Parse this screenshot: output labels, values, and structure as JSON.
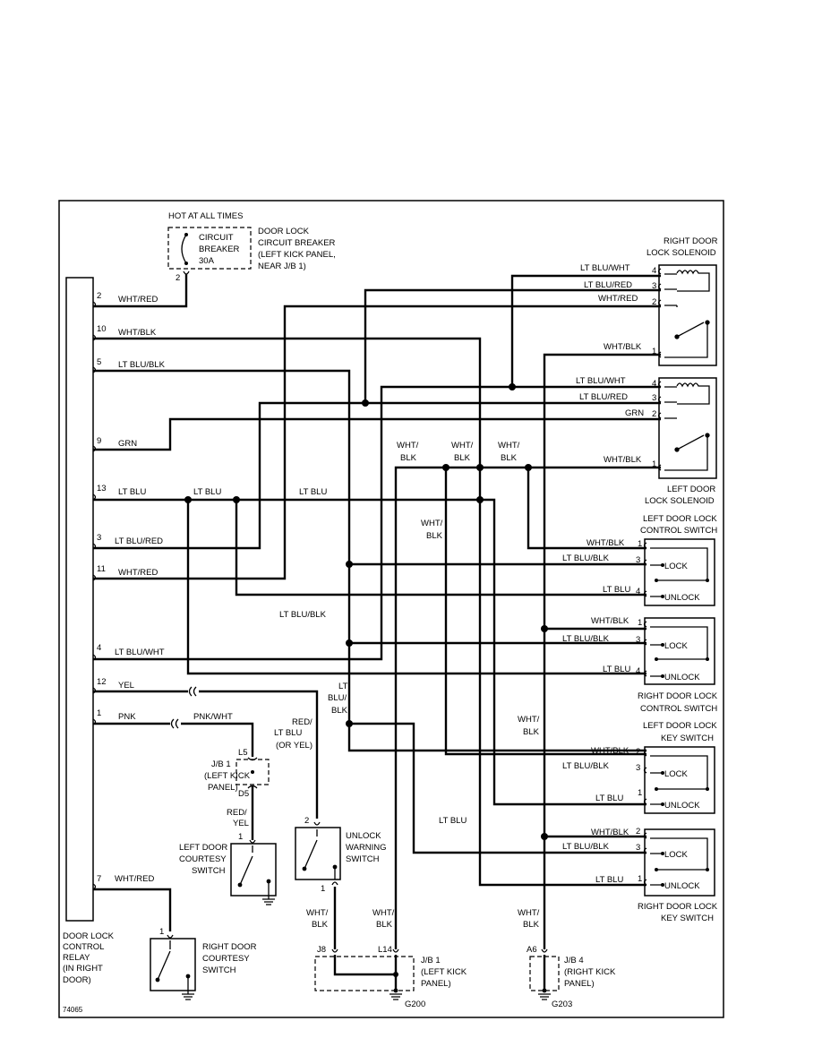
{
  "figure_id": "74065",
  "components": {
    "relay": {
      "label_lines": [
        "DOOR LOCK",
        "CONTROL",
        "RELAY",
        "(IN RIGHT",
        "DOOR)"
      ]
    },
    "hot": {
      "label": "HOT AT ALL TIMES"
    },
    "breaker": {
      "inner_lines": [
        "CIRCUIT",
        "BREAKER",
        "30A"
      ],
      "label_lines": [
        "DOOR LOCK",
        "CIRCUIT BREAKER",
        "(LEFT KICK PANEL,",
        "NEAR J/B 1)"
      ],
      "pin": "2"
    },
    "rd_solenoid": {
      "label_lines": [
        "RIGHT DOOR",
        "LOCK SOLENOID"
      ],
      "pins": [
        "4",
        "3",
        "2",
        "1"
      ],
      "wires": [
        "LT BLU/WHT",
        "LT BLU/RED",
        "WHT/RED",
        "WHT/BLK"
      ]
    },
    "ld_solenoid": {
      "label_lines": [
        "LEFT DOOR",
        "LOCK SOLENOID"
      ],
      "pins": [
        "4",
        "3",
        "2",
        "1"
      ],
      "wires": [
        "LT BLU/WHT",
        "LT BLU/RED",
        "GRN",
        "WHT/BLK"
      ]
    },
    "ld_ctrl": {
      "label_lines": [
        "LEFT DOOR LOCK",
        "CONTROL SWITCH"
      ],
      "pins": [
        "1",
        "3",
        "4"
      ],
      "wires": [
        "WHT/BLK",
        "LT BLU/BLK",
        "LT BLU"
      ],
      "lock": "LOCK",
      "unlock": "UNLOCK"
    },
    "rd_ctrl": {
      "label_lines": [
        "RIGHT DOOR LOCK",
        "CONTROL SWITCH"
      ],
      "pins": [
        "1",
        "3",
        "4"
      ],
      "wires": [
        "WHT/BLK",
        "LT BLU/BLK",
        "LT BLU"
      ],
      "lock": "LOCK",
      "unlock": "UNLOCK"
    },
    "ld_key": {
      "label_lines": [
        "LEFT DOOR LOCK",
        "KEY SWITCH"
      ],
      "pins": [
        "2",
        "3",
        "1"
      ],
      "wires": [
        "WHT/BLK",
        "LT BLU/BLK",
        "LT BLU"
      ],
      "lock": "LOCK",
      "unlock": "UNLOCK"
    },
    "rd_key": {
      "label_lines": [
        "RIGHT DOOR LOCK",
        "KEY SWITCH"
      ],
      "pins": [
        "2",
        "3",
        "1"
      ],
      "wires": [
        "WHT/BLK",
        "LT BLU/BLK",
        "LT BLU"
      ],
      "lock": "LOCK",
      "unlock": "UNLOCK"
    },
    "jb1_mid": {
      "label_lines": [
        "J/B 1",
        "(LEFT KICK",
        "PANEL)"
      ],
      "pin_top": "L5",
      "pin_bottom": "D5"
    },
    "left_courtesy": {
      "label_lines": [
        "LEFT DOOR",
        "COURTESY",
        "SWITCH"
      ],
      "pin": "1"
    },
    "right_courtesy": {
      "label_lines": [
        "RIGHT DOOR",
        "COURTESY",
        "SWITCH"
      ],
      "pin": "1"
    },
    "unlock_warning": {
      "label_lines": [
        "UNLOCK",
        "WARNING",
        "SWITCH"
      ],
      "pin_top": "2",
      "pin_bottom": "1"
    },
    "jb1_bottom": {
      "label_lines": [
        "J/B 1",
        "(LEFT KICK",
        "PANEL)"
      ],
      "pins": [
        "J8",
        "L14"
      ],
      "ground": "G200"
    },
    "jb4_bottom": {
      "label_lines": [
        "J/B 4",
        "(RIGHT KICK",
        "PANEL)"
      ],
      "pin": "A6",
      "ground": "G203"
    }
  },
  "relay_pins": [
    {
      "pin": "2",
      "wire": "WHT/RED"
    },
    {
      "pin": "10",
      "wire": "WHT/BLK"
    },
    {
      "pin": "5",
      "wire": "LT BLU/BLK"
    },
    {
      "pin": "9",
      "wire": "GRN"
    },
    {
      "pin": "13",
      "wire": "LT BLU"
    },
    {
      "pin": "3",
      "wire": "LT BLU/RED"
    },
    {
      "pin": "11",
      "wire": "WHT/RED"
    },
    {
      "pin": "4",
      "wire": "LT BLU/WHT"
    },
    {
      "pin": "12",
      "wire": "YEL"
    },
    {
      "pin": "1",
      "wire": "PNK"
    },
    {
      "pin": "7",
      "wire": "WHT/RED"
    }
  ],
  "wire_labels": [
    "LT BLU",
    "LT BLU",
    "PNK/WHT",
    "RED/",
    "LT BLU",
    "(OR YEL)",
    "RED/",
    "YEL",
    "WHT/",
    "BLK",
    "WHT/",
    "BLK",
    "WHT/",
    "BLK",
    "WHT/",
    "BLK",
    "LT BLU/BLK",
    "LT",
    "BLU/",
    "BLK",
    "WHT/",
    "BLK",
    "LT BLU",
    "WHT/",
    "BLK",
    "WHT/",
    "BLK",
    "WHT/",
    "BLK"
  ]
}
